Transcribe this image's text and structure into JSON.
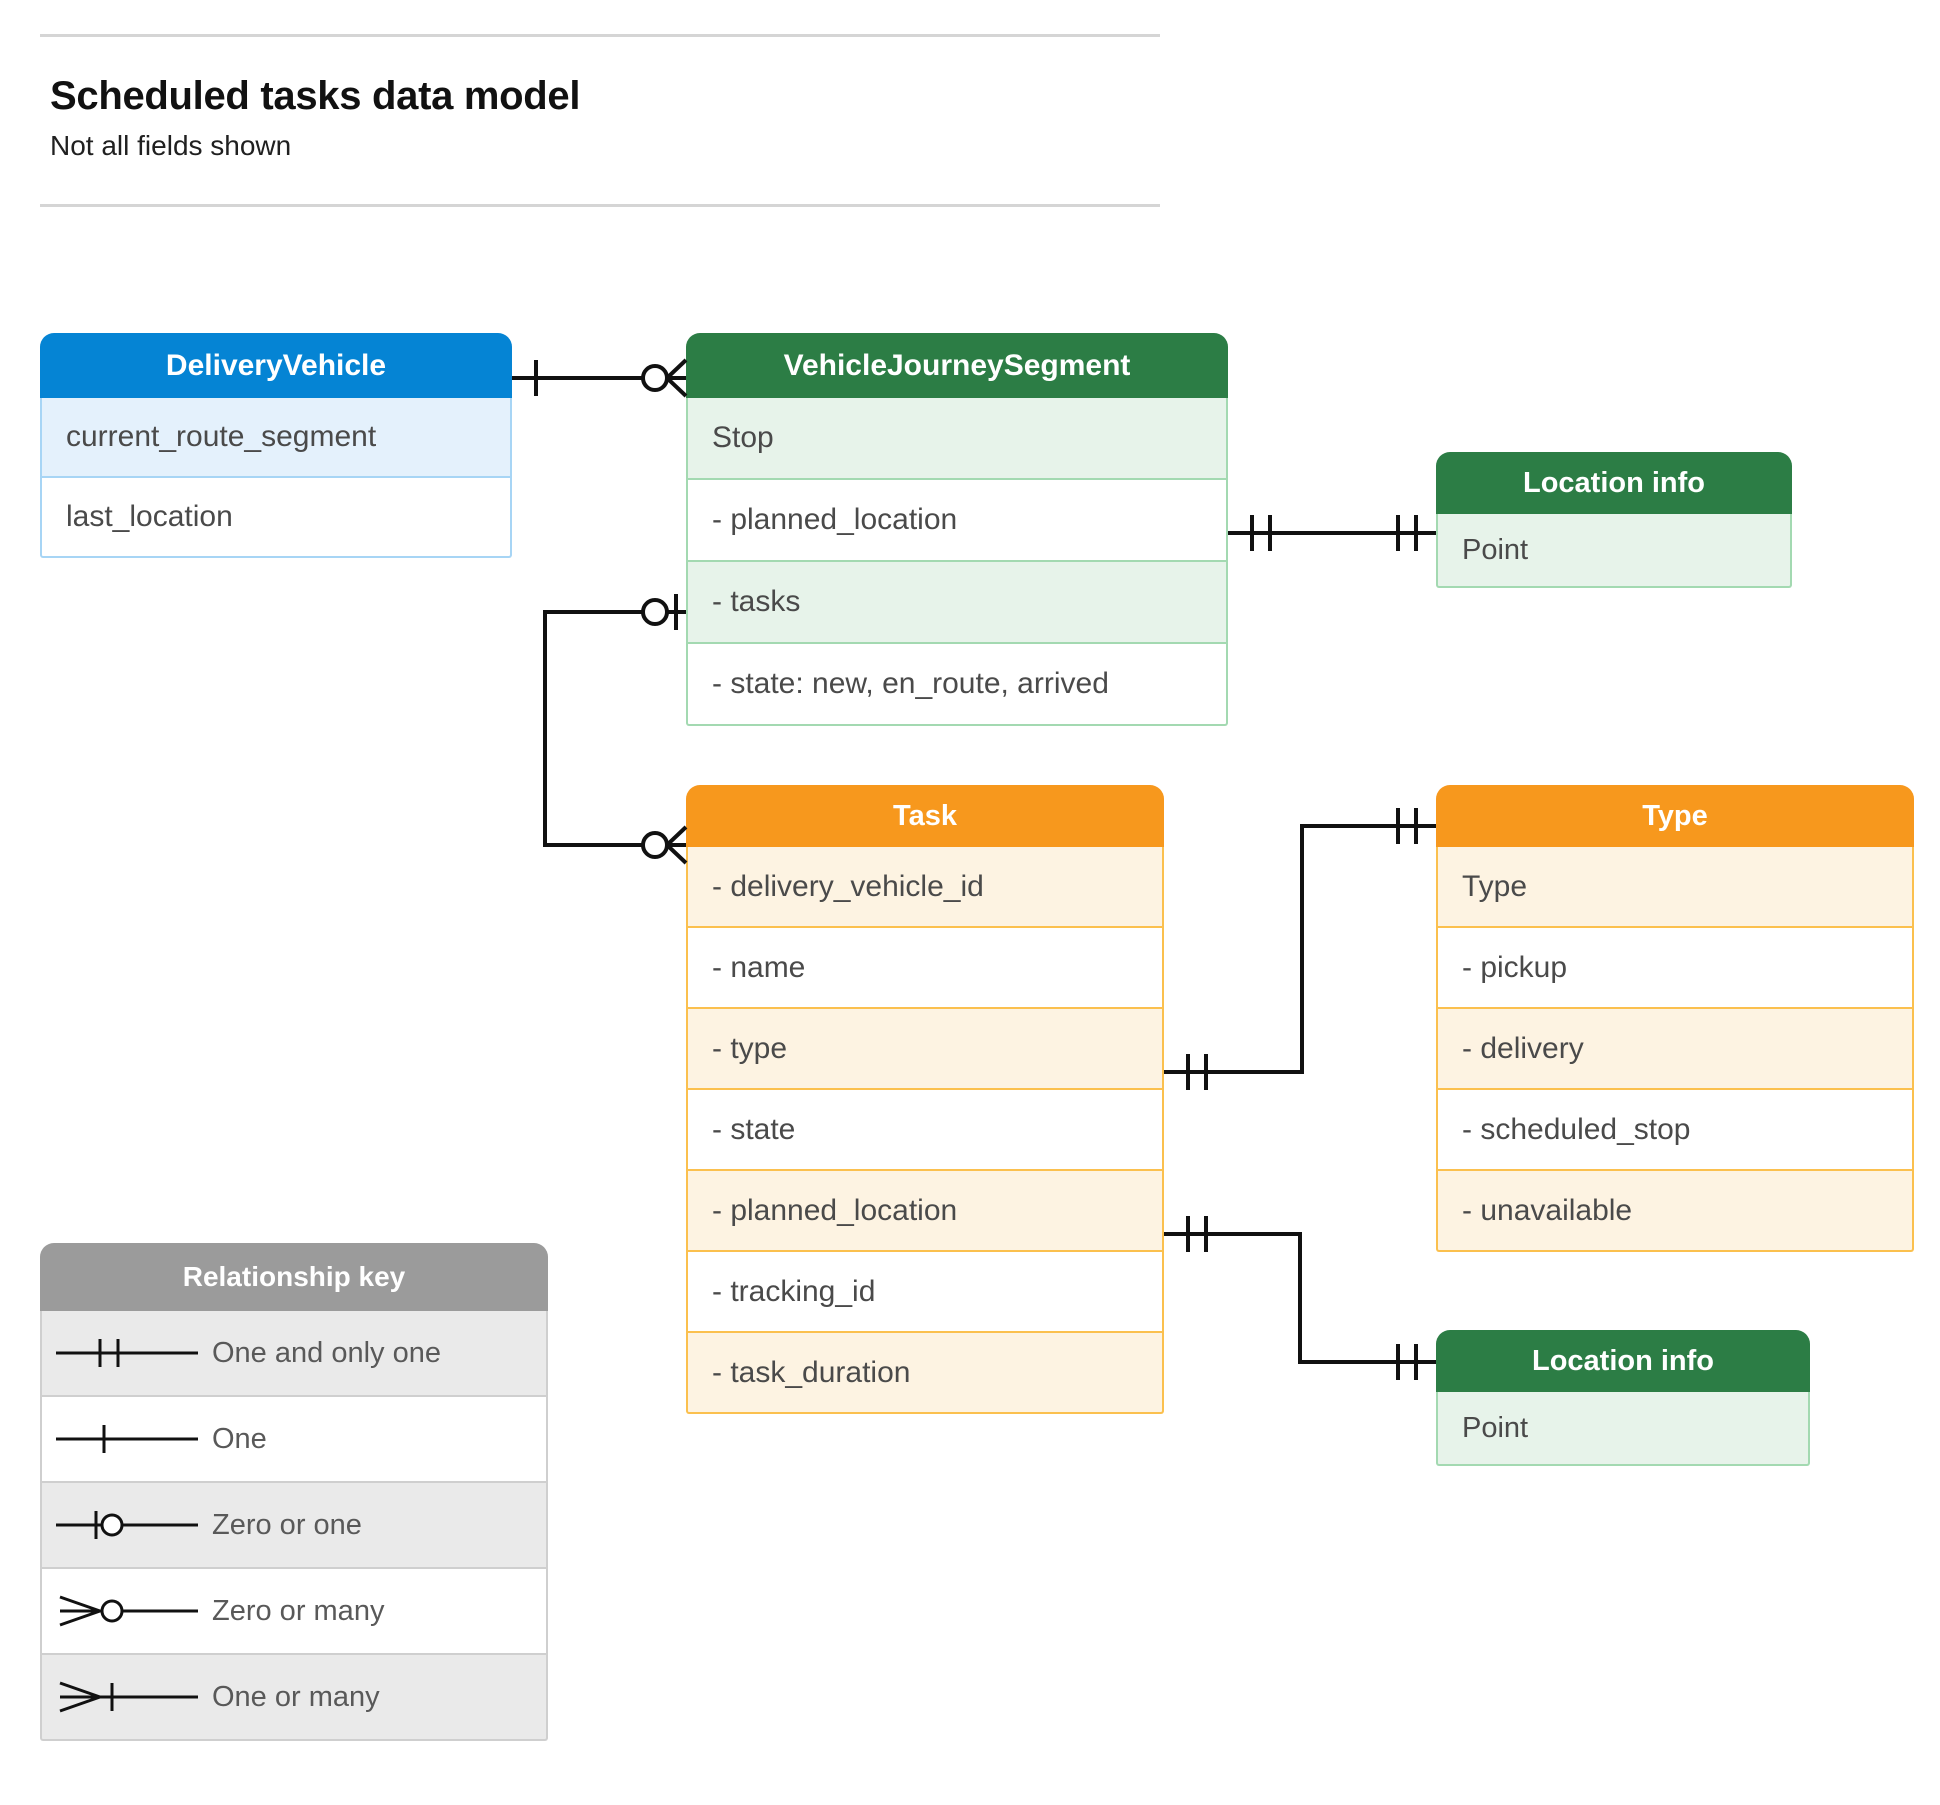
{
  "header": {
    "title": "Scheduled tasks data model",
    "subtitle": "Not all fields shown"
  },
  "entities": [
    {
      "id": "delivery-vehicle",
      "title": "DeliveryVehicle",
      "color": "#0584d4",
      "rows": [
        "current_route_segment",
        "last_location"
      ]
    },
    {
      "id": "vehicle-journey-segment",
      "title": "VehicleJourneySegment",
      "color": "#2c7d45",
      "rows": [
        "Stop",
        "-  planned_location",
        "- tasks",
        "- state: new, en_route, arrived"
      ]
    },
    {
      "id": "location-info-top",
      "title": "Location info",
      "color": "#2c7d45",
      "rows": [
        "Point"
      ]
    },
    {
      "id": "task",
      "title": "Task",
      "color": "#f7981d",
      "rows": [
        "- delivery_vehicle_id",
        "- name",
        "- type",
        "- state",
        "- planned_location",
        "- tracking_id",
        "- task_duration"
      ]
    },
    {
      "id": "type",
      "title": "Type",
      "color": "#f7981d",
      "rows": [
        "Type",
        "-   pickup",
        "-   delivery",
        "-   scheduled_stop",
        "-   unavailable"
      ]
    },
    {
      "id": "location-info-bottom",
      "title": "Location info",
      "color": "#2c7d45",
      "rows": [
        "Point"
      ]
    }
  ],
  "legend": {
    "title": "Relationship key",
    "color": "#9b9b9b",
    "items": [
      {
        "symbol": "one-and-only-one-icon",
        "label": "One and only one"
      },
      {
        "symbol": "one-icon",
        "label": "One"
      },
      {
        "symbol": "zero-or-one-icon",
        "label": "Zero or one"
      },
      {
        "symbol": "zero-or-many-icon",
        "label": "Zero or many"
      },
      {
        "symbol": "one-or-many-icon",
        "label": "One or many"
      }
    ]
  },
  "relationships": [
    {
      "from": "DeliveryVehicle",
      "to": "VehicleJourneySegment",
      "from_cardinality": "One",
      "to_cardinality": "Zero or many"
    },
    {
      "from": "VehicleJourneySegment.planned_location",
      "to": "Location info",
      "from_cardinality": "One and only one",
      "to_cardinality": "One and only one"
    },
    {
      "from": "VehicleJourneySegment.tasks",
      "to": "Task",
      "from_cardinality": "Zero or one",
      "to_cardinality": "Zero or many"
    },
    {
      "from": "Task.type",
      "to": "Type",
      "from_cardinality": "One and only one",
      "to_cardinality": "One and only one"
    },
    {
      "from": "Task.planned_location",
      "to": "Location info",
      "from_cardinality": "One and only one",
      "to_cardinality": "One and only one"
    }
  ]
}
